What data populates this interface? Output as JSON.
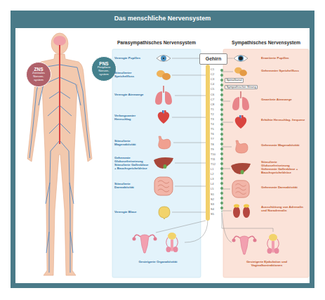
{
  "diagram": {
    "title": "Das menschliche Nervensystem",
    "nodes": [
      {
        "text": [
          "ZNS",
          "Zentrales Nerven- system"
        ]
      },
      {
        "text": [
          "PNS",
          "Periphere Nerven- system"
        ]
      },
      {
        "text": [
          "Parasympathisches Nervensystem"
        ]
      },
      {
        "text": [
          "Sympathisches Nervensystem"
        ]
      },
      {
        "text": [
          "Gehirn"
        ]
      }
    ],
    "labels": [
      "Verengte Pupillen",
      "Stimulierter Speichelfluss",
      "Verengte Atemwege",
      "Verlangsamter Herzschlag",
      "Stimulierte Magenaktivität",
      "Gehemmte Glukosefreisetzung Stimulierte Gallenblase + Bauchspeicheldrüse",
      "Stimulierte Darmaktivität",
      "Verengte Blase",
      "Gesteigerte Organaktivität",
      "Erweiterte Pupillen",
      "Gehemmter Speichelfluss",
      "Geweitete Atemwege",
      "Erhöhte Herzschlag- frequenz",
      "Gehemmte Magenaktivität",
      "Stimulierte Glukosefreisetzung Gehemmte Gallenblase + Bauchspeicheldrüse",
      "Gehemmte Darmaktivität",
      "Ausschüttung von Adrenalin und Noradrenalin",
      "Gesteigerte Ejakulation und Vaginalkontraktionen",
      "Spinalkanal",
      "Sympathischer Strang",
      "C1",
      "C2",
      "C3",
      "C4",
      "C5",
      "C6",
      "C7",
      "C8",
      "T1",
      "T2",
      "T3",
      "T4",
      "T5",
      "T6",
      "T7",
      "T8",
      "T9",
      "T10",
      "T11",
      "T12",
      "L1",
      "L2",
      "L3",
      "L4",
      "L5",
      "S1",
      "S2",
      "S3",
      "S4",
      "S5"
    ]
  }
}
